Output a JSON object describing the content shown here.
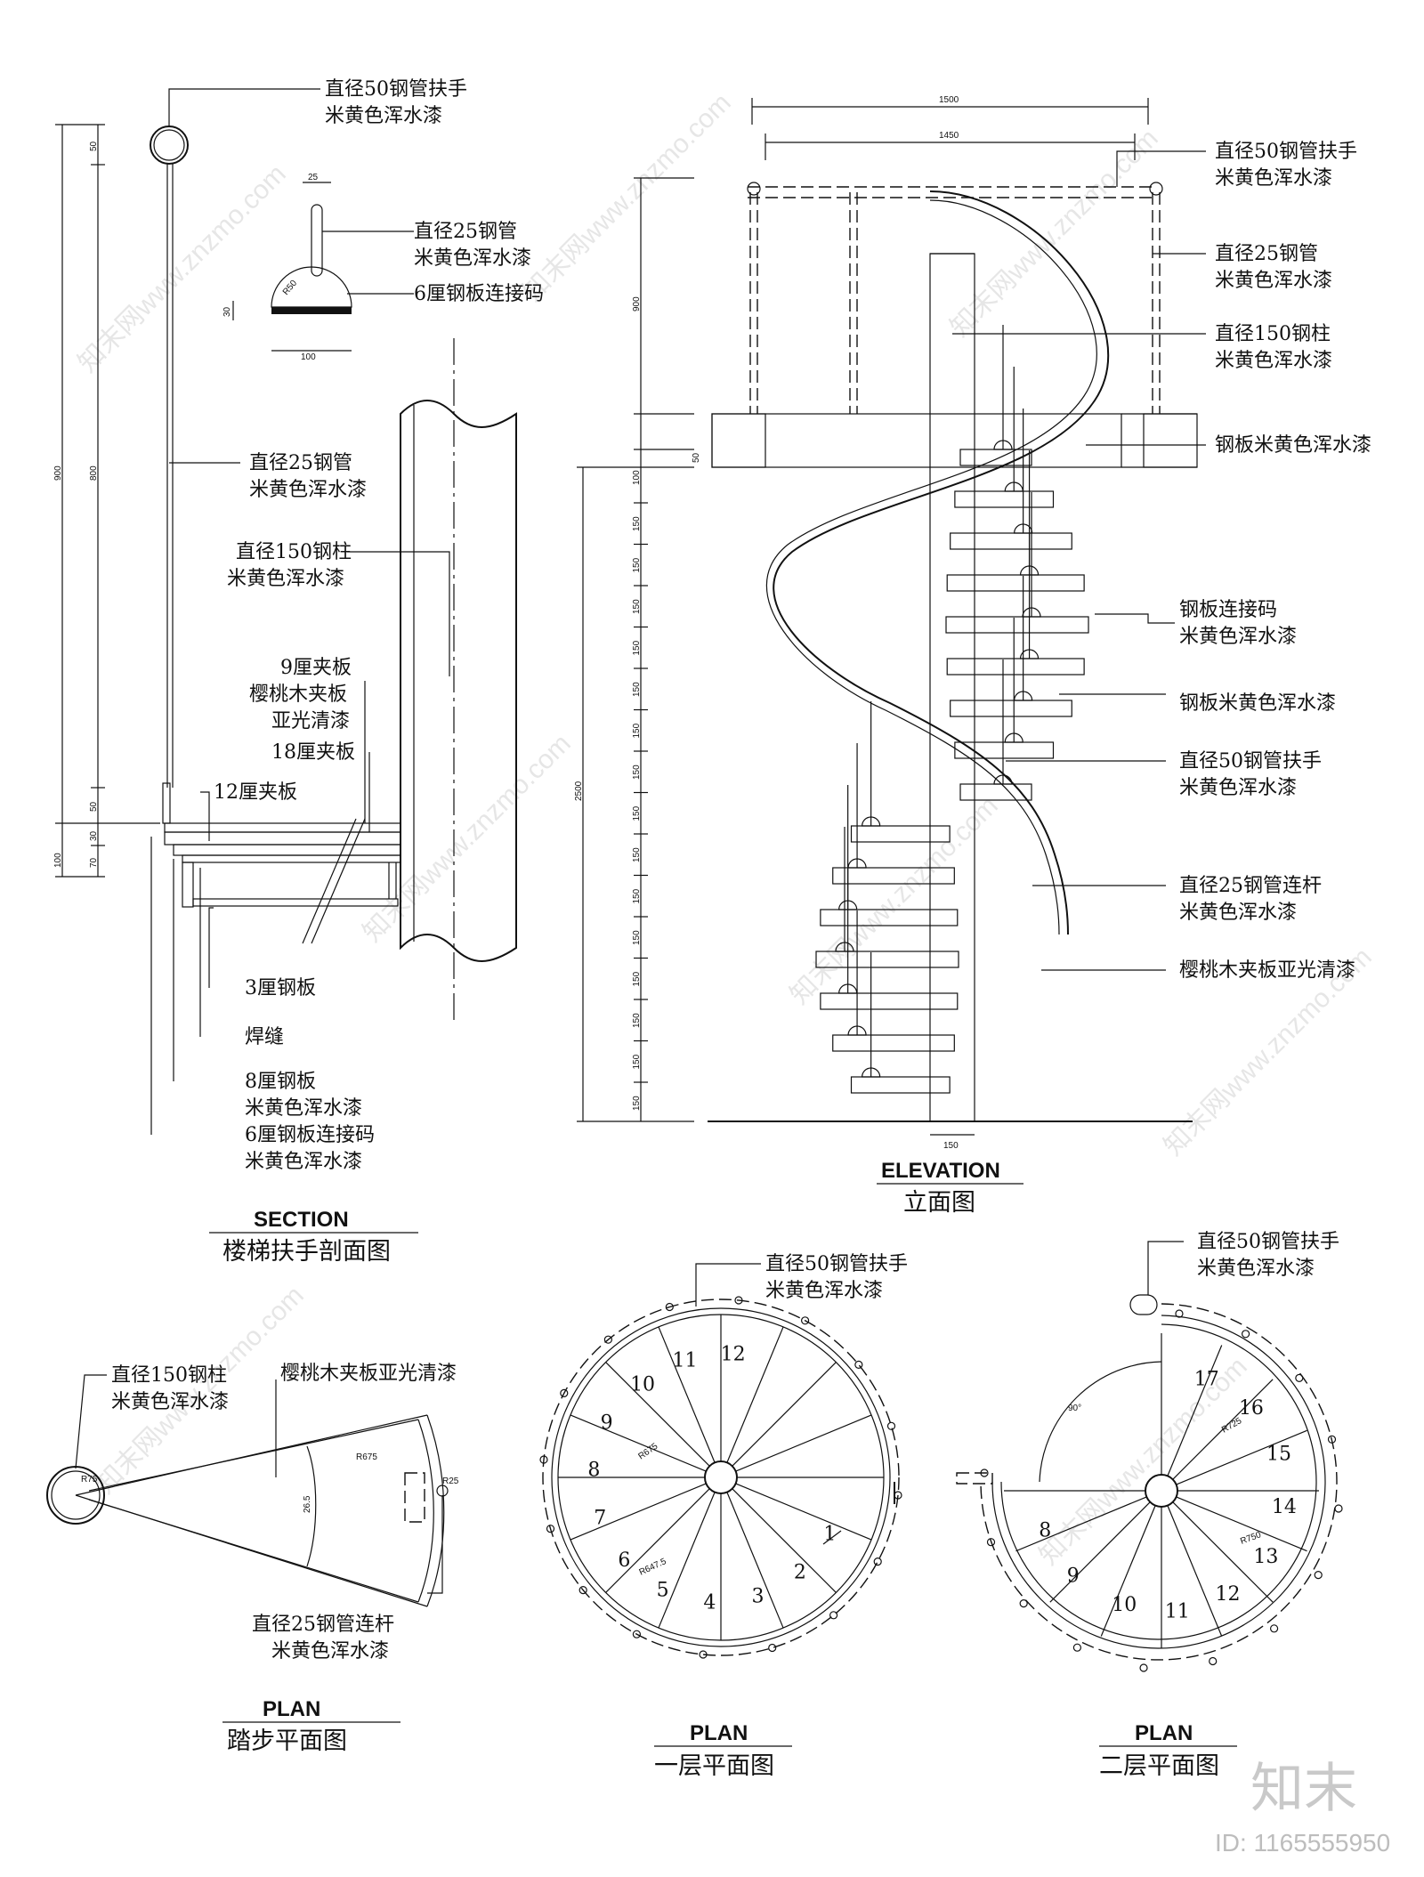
{
  "section": {
    "title": "SECTION",
    "subtitle": "楼梯扶手剖面图",
    "labels": [
      {
        "l1": "直径50钢管扶手",
        "l2": "米黄色浑水漆"
      },
      {
        "l1": "直径25钢管",
        "l2": "米黄色浑水漆"
      },
      {
        "l1": "6厘钢板连接码",
        "l2": ""
      },
      {
        "l1": "直径25钢管",
        "l2": "米黄色浑水漆"
      },
      {
        "l1": "直径150钢柱",
        "l2": "米黄色浑水漆"
      },
      {
        "l1": "9厘夹板",
        "l2": "樱桃木夹板",
        "l3": "亚光清漆"
      },
      {
        "l1": "18厘夹板",
        "l2": ""
      },
      {
        "l1": "12厘夹板",
        "l2": ""
      },
      {
        "l1": "3厘钢板",
        "l2": ""
      },
      {
        "l1": "焊缝",
        "l2": ""
      },
      {
        "l1": "8厘钢板",
        "l2": "米黄色浑水漆"
      },
      {
        "l1": "6厘钢板连接码",
        "l2": "米黄色浑水漆"
      }
    ],
    "dims": [
      "50",
      "800",
      "900",
      "50",
      "30",
      "70",
      "100",
      "25",
      "R50",
      "30",
      "100"
    ]
  },
  "elevation": {
    "title": "ELEVATION",
    "subtitle": "立面图",
    "labels": [
      {
        "l1": "直径50钢管扶手",
        "l2": "米黄色浑水漆"
      },
      {
        "l1": "直径25钢管",
        "l2": "米黄色浑水漆"
      },
      {
        "l1": "直径150钢柱",
        "l2": "米黄色浑水漆"
      },
      {
        "l1": "钢板米黄色浑水漆",
        "l2": ""
      },
      {
        "l1": "钢板连接码",
        "l2": "米黄色浑水漆"
      },
      {
        "l1": "钢板米黄色浑水漆",
        "l2": ""
      },
      {
        "l1": "直径50钢管扶手",
        "l2": "米黄色浑水漆"
      },
      {
        "l1": "直径25钢管连杆",
        "l2": "米黄色浑水漆"
      },
      {
        "l1": "樱桃木夹板亚光清漆",
        "l2": ""
      }
    ],
    "dims": {
      "top1": "1500",
      "top2": "1450",
      "h900": "900",
      "h2500": "2500",
      "bottom": "150",
      "h50": "50",
      "h100": "100",
      "step": "150"
    }
  },
  "tread_plan": {
    "title": "PLAN",
    "subtitle": "踏步平面图",
    "labels": [
      {
        "l1": "直径150钢柱",
        "l2": "米黄色浑水漆"
      },
      {
        "l1": "樱桃木夹板亚光清漆",
        "l2": ""
      },
      {
        "l1": "直径25钢管连杆",
        "l2": "米黄色浑水漆"
      }
    ],
    "dims": [
      "R75",
      "R675",
      "26.5",
      "R25"
    ]
  },
  "plan1": {
    "title": "PLAN",
    "subtitle": "一层平面图",
    "label": {
      "l1": "直径50钢管扶手",
      "l2": "米黄色浑水漆"
    },
    "steps": [
      "1",
      "2",
      "3",
      "4",
      "5",
      "6",
      "7",
      "8",
      "9",
      "10",
      "11",
      "12"
    ],
    "dims": [
      "R675",
      "R647.5"
    ]
  },
  "plan2": {
    "title": "PLAN",
    "subtitle": "二层平面图",
    "label": {
      "l1": "直径50钢管扶手",
      "l2": "米黄色浑水漆"
    },
    "steps": [
      "17",
      "16",
      "15",
      "14",
      "13",
      "12",
      "11",
      "10",
      "9",
      "8"
    ],
    "dims": [
      "90°",
      "R725",
      "R750"
    ]
  },
  "watermark": {
    "text": "知末网www.znzmo.com",
    "logo": "知末",
    "id": "ID: 1165555950"
  }
}
